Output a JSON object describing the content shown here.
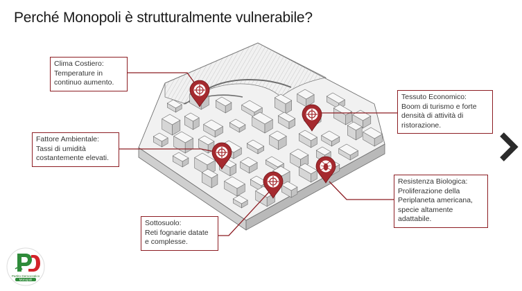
{
  "slide": {
    "title": "Perché Monopoli è strutturalmente vulnerabile?"
  },
  "callouts": [
    {
      "id": "clima",
      "heading": "Clima Costiero:",
      "lines": [
        "Temperature in",
        "continuo aumento."
      ]
    },
    {
      "id": "tessuto",
      "heading": "Tessuto Economico:",
      "lines": [
        "Boom di turismo e forte",
        "densità di attività di",
        "ristorazione."
      ]
    },
    {
      "id": "ambientale",
      "heading": "Fattore Ambientale:",
      "lines": [
        "Tassi di umidità",
        "costantemente elevati."
      ]
    },
    {
      "id": "sottosuolo",
      "heading": "Sottosuolo:",
      "lines": [
        "Reti fognarie datate",
        "e complesse."
      ]
    },
    {
      "id": "biologica",
      "heading": "Resistenza Biologica:",
      "lines": [
        "Proliferazione della",
        "Periplaneta americana,",
        "specie altamente",
        "adattabile."
      ]
    }
  ],
  "map_pins": [
    {
      "name": "map-pin-clima",
      "icon": "crosshair-icon"
    },
    {
      "name": "map-pin-tessuto",
      "icon": "crosshair-icon"
    },
    {
      "name": "map-pin-ambientale",
      "icon": "crosshair-icon"
    },
    {
      "name": "map-pin-sottosuolo",
      "icon": "crosshair-icon"
    },
    {
      "name": "map-pin-biologica",
      "icon": "cockroach-icon"
    }
  ],
  "navigation": {
    "next_icon": "chevron-right-icon"
  },
  "logo": {
    "letters": "PD",
    "caption_lines": [
      "Partito Democratico",
      "Monopoli"
    ]
  },
  "colors": {
    "accent": "#8c1c22",
    "pin": "#a52a2f",
    "map_stroke": "#6d6d6d",
    "map_fill": "#ebebeb",
    "logo_green": "#2e8b3a",
    "logo_red": "#d3232a"
  }
}
